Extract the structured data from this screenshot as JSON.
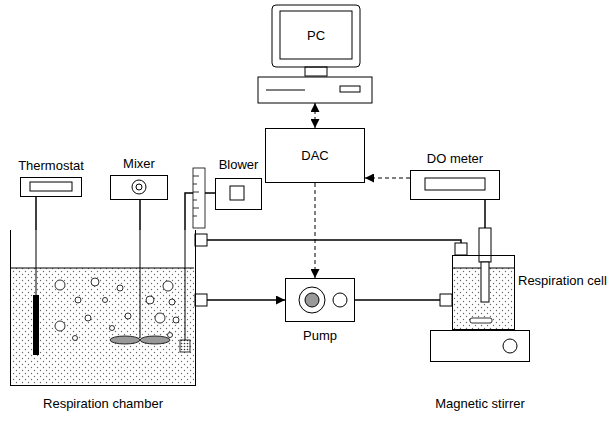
{
  "diagram": {
    "nodes": [
      {
        "text": [
          "PC"
        ]
      },
      {
        "text": [
          "Thermostat"
        ]
      },
      {
        "text": [
          "Mixer"
        ]
      },
      {
        "text": [
          "Blower"
        ]
      },
      {
        "text": [
          "DAC"
        ]
      },
      {
        "text": [
          "DO meter"
        ]
      },
      {
        "text": [
          "Respiration chamber"
        ]
      },
      {
        "text": [
          "Pump"
        ]
      },
      {
        "text": [
          "Respiration cell"
        ]
      },
      {
        "text": [
          "Magnetic stirrer"
        ]
      }
    ],
    "edges": [
      {
        "from": 0,
        "to": 4,
        "arrow": "both"
      },
      {
        "from": 5,
        "to": 4,
        "arrow": "to"
      },
      {
        "from": 4,
        "to": 7,
        "arrow": "to"
      },
      {
        "from": 1,
        "to": 6,
        "arrow": "none"
      },
      {
        "from": 2,
        "to": 6,
        "arrow": "none"
      },
      {
        "from": 3,
        "to": 6,
        "arrow": "none"
      },
      {
        "from": 6,
        "to": 7,
        "arrow": "to"
      },
      {
        "from": 7,
        "to": 8,
        "arrow": "to"
      },
      {
        "from": 8,
        "to": 6,
        "arrow": "to"
      },
      {
        "from": 5,
        "to": 8,
        "arrow": "none"
      }
    ]
  }
}
